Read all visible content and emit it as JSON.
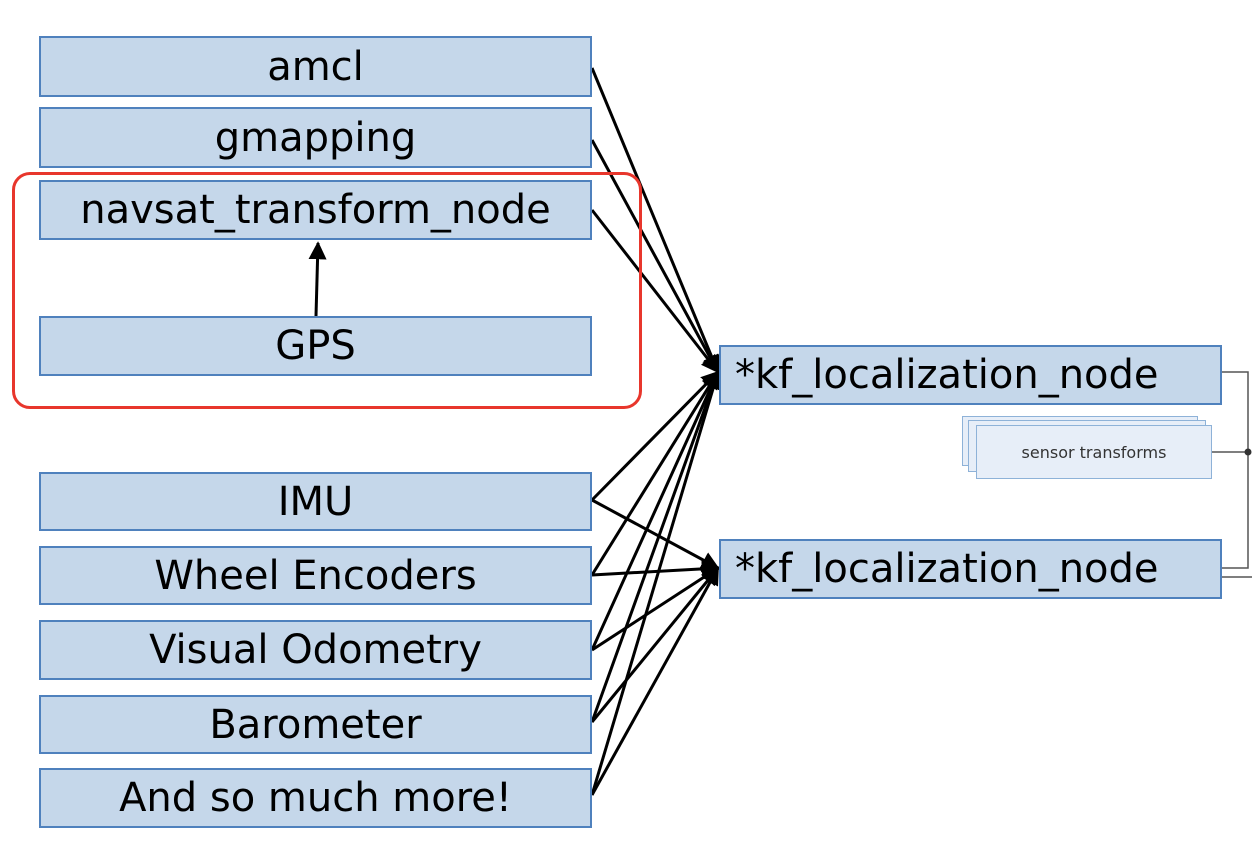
{
  "sources": {
    "amcl": "amcl",
    "gmapping": "gmapping",
    "navsat": "navsat_transform_node",
    "gps": "GPS",
    "imu": "IMU",
    "wheel": "Wheel Encoders",
    "visual": "Visual Odometry",
    "barometer": "Barometer",
    "more": "And so much more!"
  },
  "nodes": {
    "kf_top": "*kf_localization_node",
    "kf_bottom": "*kf_localization_node"
  },
  "sensor_transforms": "sensor transforms",
  "colors": {
    "box_fill": "#c5d7ea",
    "box_border": "#4f81bd",
    "highlight": "#e8362c",
    "arrow": "#000000"
  }
}
